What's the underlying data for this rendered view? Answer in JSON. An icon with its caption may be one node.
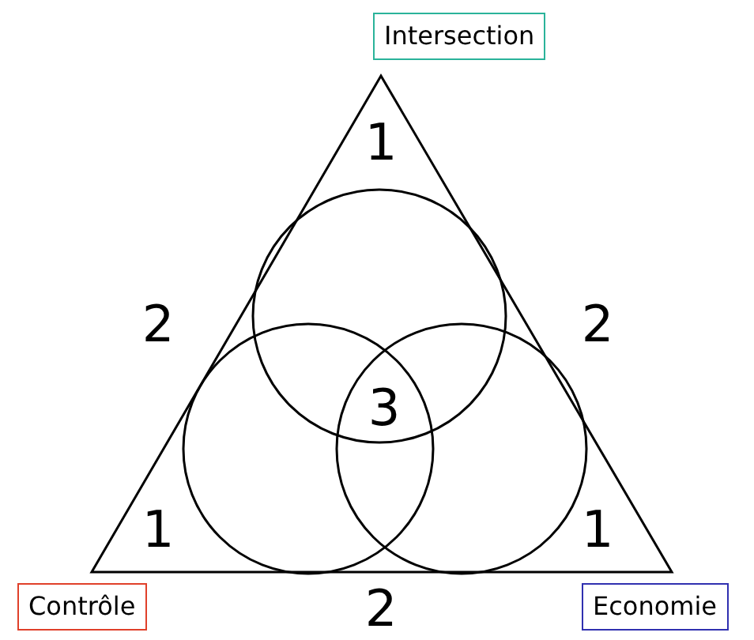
{
  "diagram": {
    "nodes": [
      {
        "text": [
          "Intersection"
        ]
      },
      {
        "text": [
          "Contrôle"
        ]
      },
      {
        "text": [
          "Economie"
        ]
      }
    ],
    "edges": [],
    "labels": [
      "1",
      "2",
      "2",
      "3",
      "1",
      "1",
      "2"
    ]
  }
}
